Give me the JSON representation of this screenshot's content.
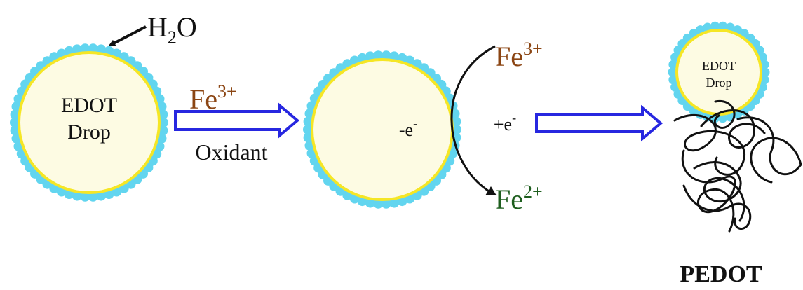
{
  "stage1": {
    "drop_label_line1": "EDOT",
    "drop_label_line2": "Drop",
    "water_label": "H",
    "water_subscript": "2",
    "water_suffix": "O"
  },
  "step1": {
    "ion_base": "Fe",
    "ion_charge": "3+",
    "caption": "Oxidant"
  },
  "stage2": {
    "electron_loss": "-e",
    "electron_loss_sup": "-",
    "electron_gain": "+e",
    "electron_gain_sup": "-",
    "ion_top_base": "Fe",
    "ion_top_charge": "3+",
    "ion_bottom_base": "Fe",
    "ion_bottom_charge": "2+"
  },
  "stage3": {
    "drop_label_line1": "EDOT",
    "drop_label_line2": "Drop",
    "product_label": "PEDOT"
  },
  "colors": {
    "drop_fill": "#fdfbe3",
    "drop_rim": "#f5e625",
    "bead": "#62d5ef",
    "arrow": "#2727e0",
    "fe3": "#8b4513",
    "fe2": "#1e5e1e",
    "text": "#111111"
  }
}
